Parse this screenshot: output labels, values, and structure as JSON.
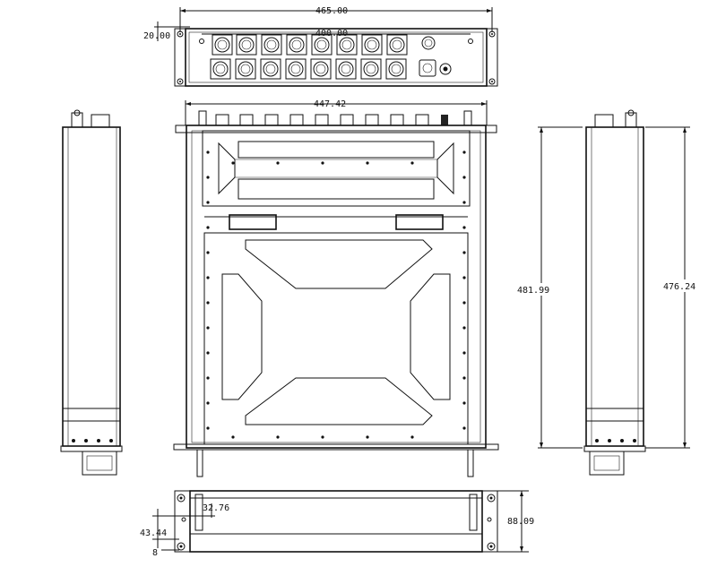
{
  "drawing": {
    "dimensions": {
      "front_width": "465.00",
      "mount_spacing": "400.00",
      "rack_ear_offset": "20.00",
      "body_width": "447.42",
      "overall_depth": "481.99",
      "body_depth": "476.24",
      "handle_offset": "32.76",
      "handle_height": "43.44",
      "overall_height": "88.09",
      "small_offset": "8"
    },
    "views": [
      "front-panel-view",
      "top-view",
      "left-side-view",
      "right-side-view",
      "rear-view"
    ]
  }
}
